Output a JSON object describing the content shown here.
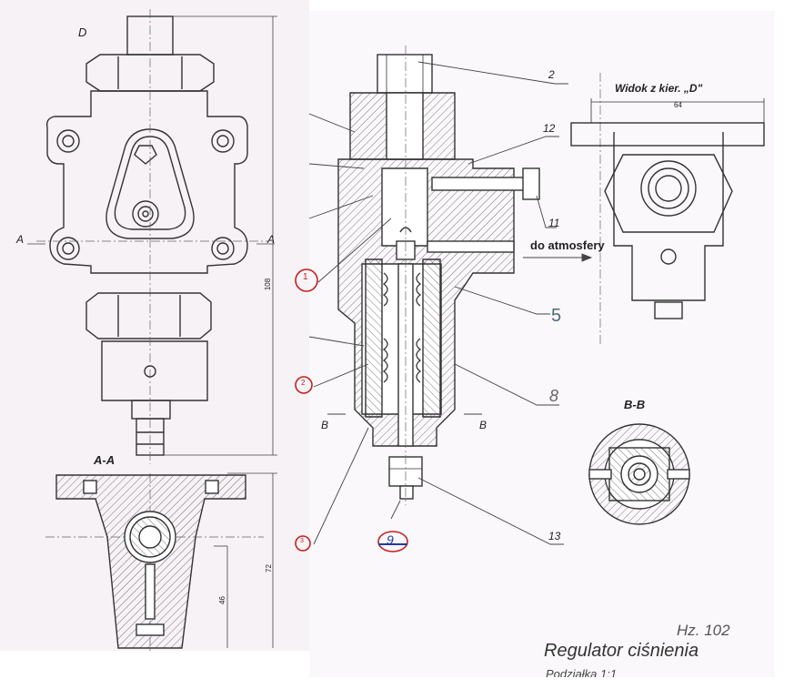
{
  "view_label_d": "D",
  "view_title": "Widok z kier. „D\"",
  "dim_top": "64",
  "dim_total": "108",
  "dim_72": "72",
  "dim_46": "46",
  "section_aa": "A-A",
  "section_bb": "B-B",
  "section_a": "A",
  "section_b": "B",
  "atmosphere_label": "do atmosfery",
  "part_2": "2",
  "part_12": "12",
  "part_11": "11",
  "part_5": "5",
  "part_8": "8",
  "part_13": "13",
  "part_9": "9",
  "circled_1": "1",
  "circled_2": "2",
  "circled_3": "3",
  "doc_number": "Hz. 102",
  "title": "Regulator ciśnienia",
  "scale": "Podziałka 1:1",
  "colors": {
    "ink": "#333333",
    "annot": "#c81e1e",
    "blue": "#1e3ca0"
  }
}
